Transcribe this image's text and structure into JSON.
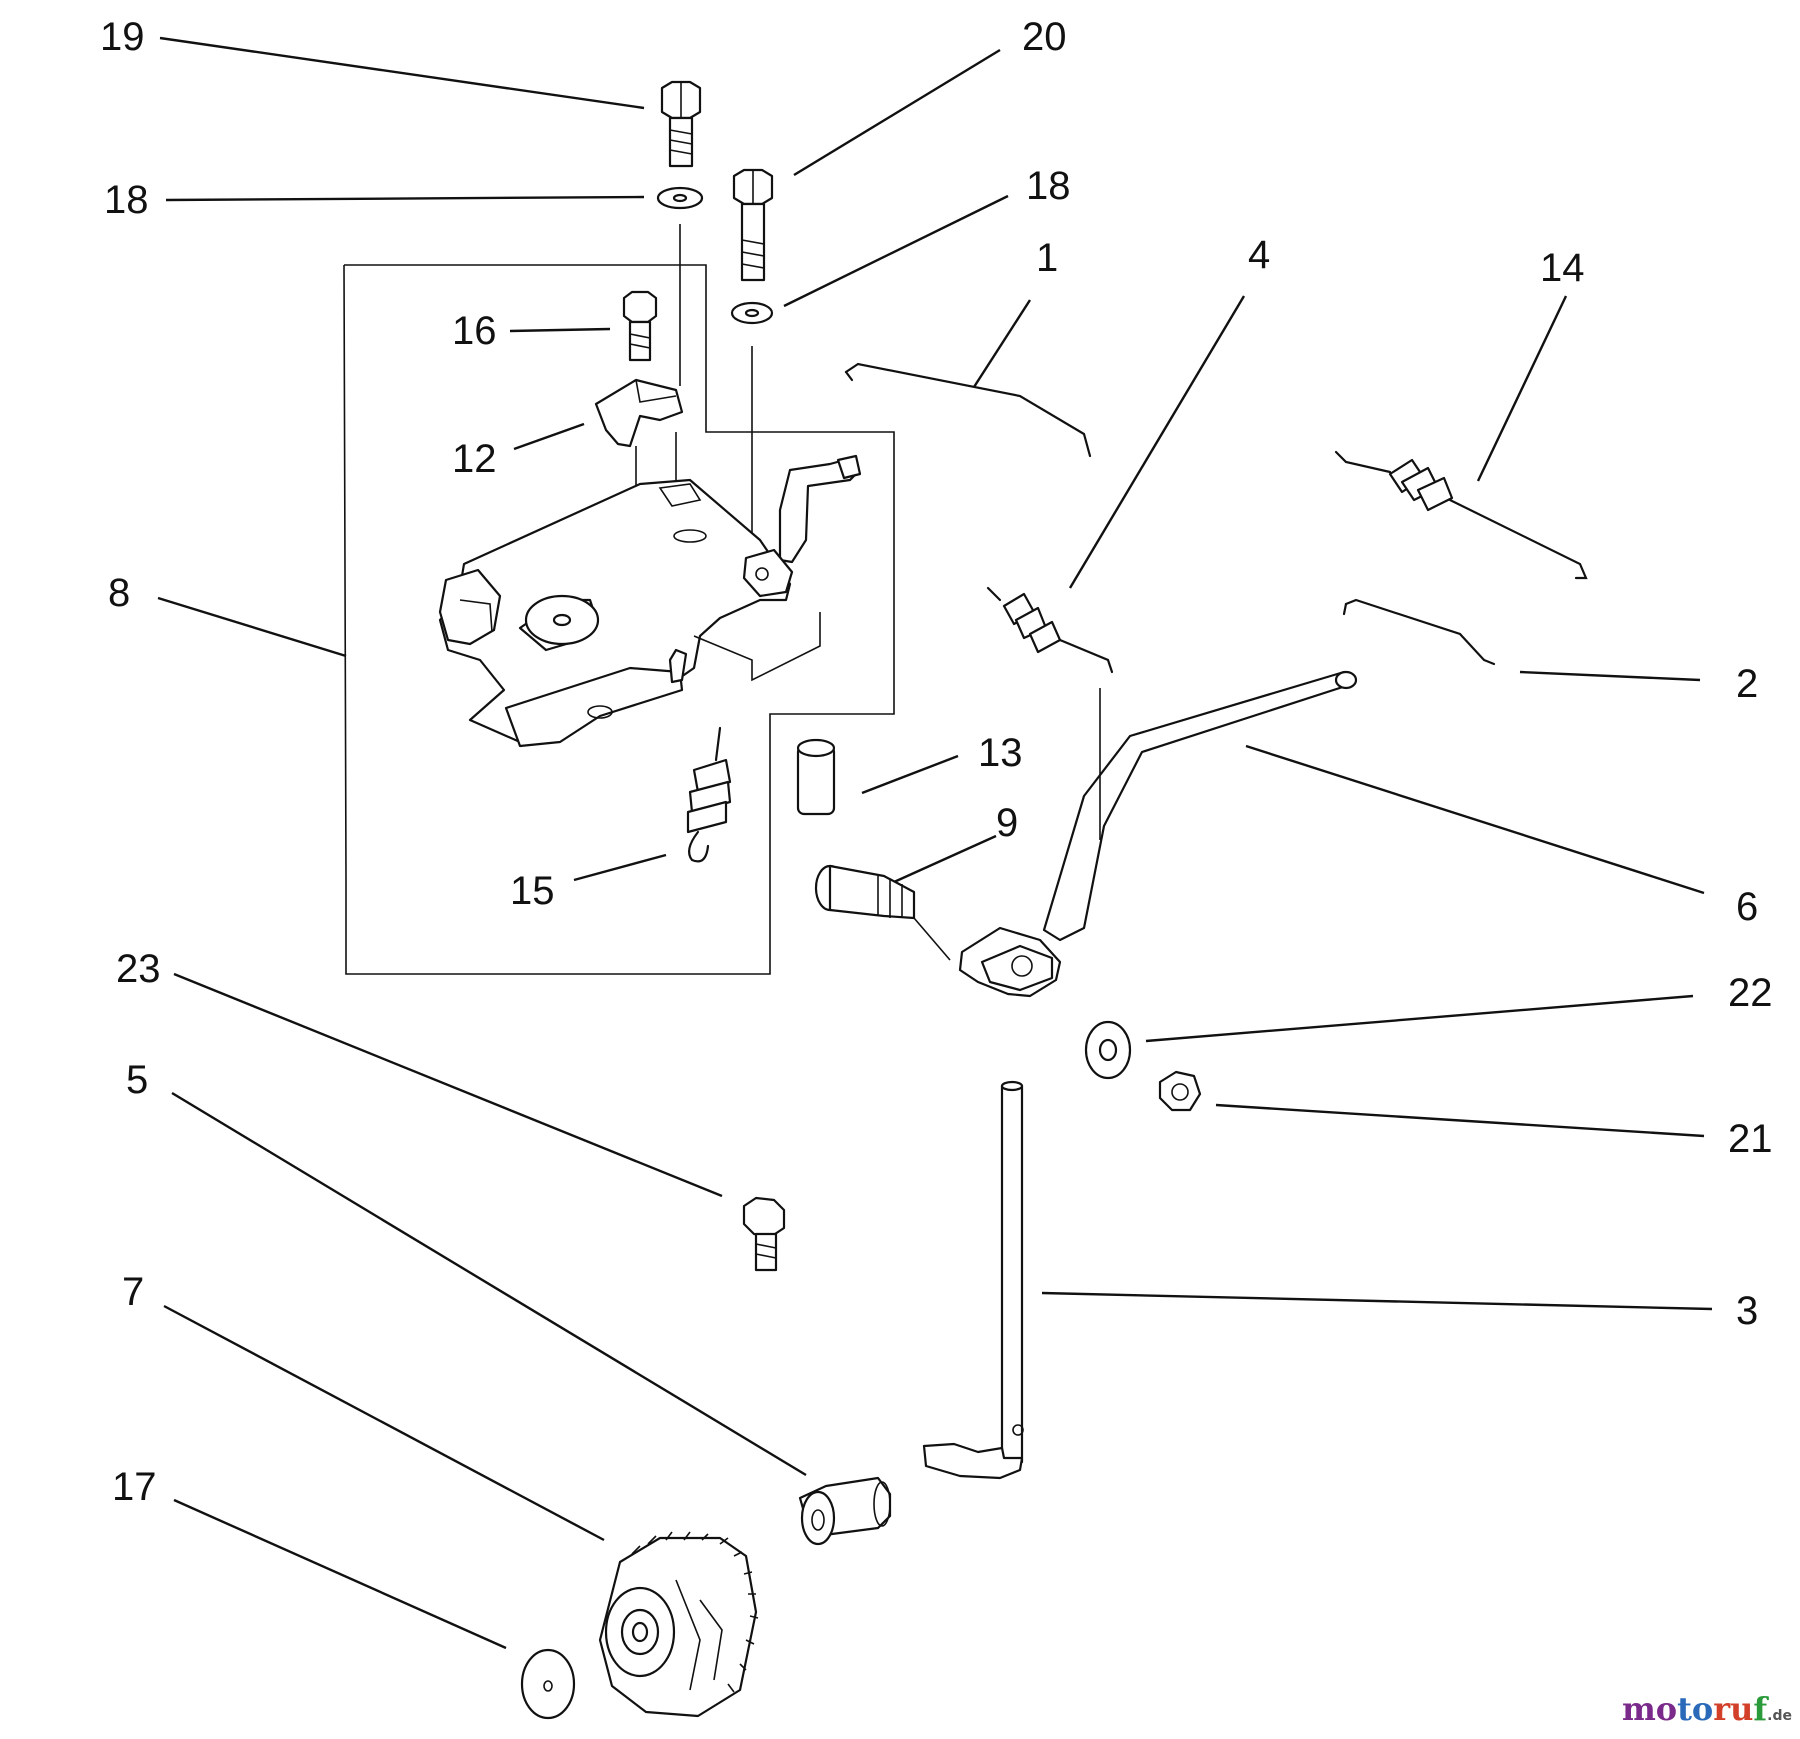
{
  "diagram": {
    "callouts": {
      "c19": "19",
      "c20": "20",
      "c18a": "18",
      "c18b": "18",
      "c16": "16",
      "c1": "1",
      "c4": "4",
      "c14": "14",
      "c12": "12",
      "c8": "8",
      "c2": "2",
      "c13": "13",
      "c9": "9",
      "c15": "15",
      "c6": "6",
      "c23": "23",
      "c22": "22",
      "c5": "5",
      "c21": "21",
      "c7": "7",
      "c3": "3",
      "c17": "17"
    }
  },
  "watermark": {
    "part1": "mo",
    "part2": "to",
    "part3": "ru",
    "part4": "f",
    "tld": ".de"
  }
}
